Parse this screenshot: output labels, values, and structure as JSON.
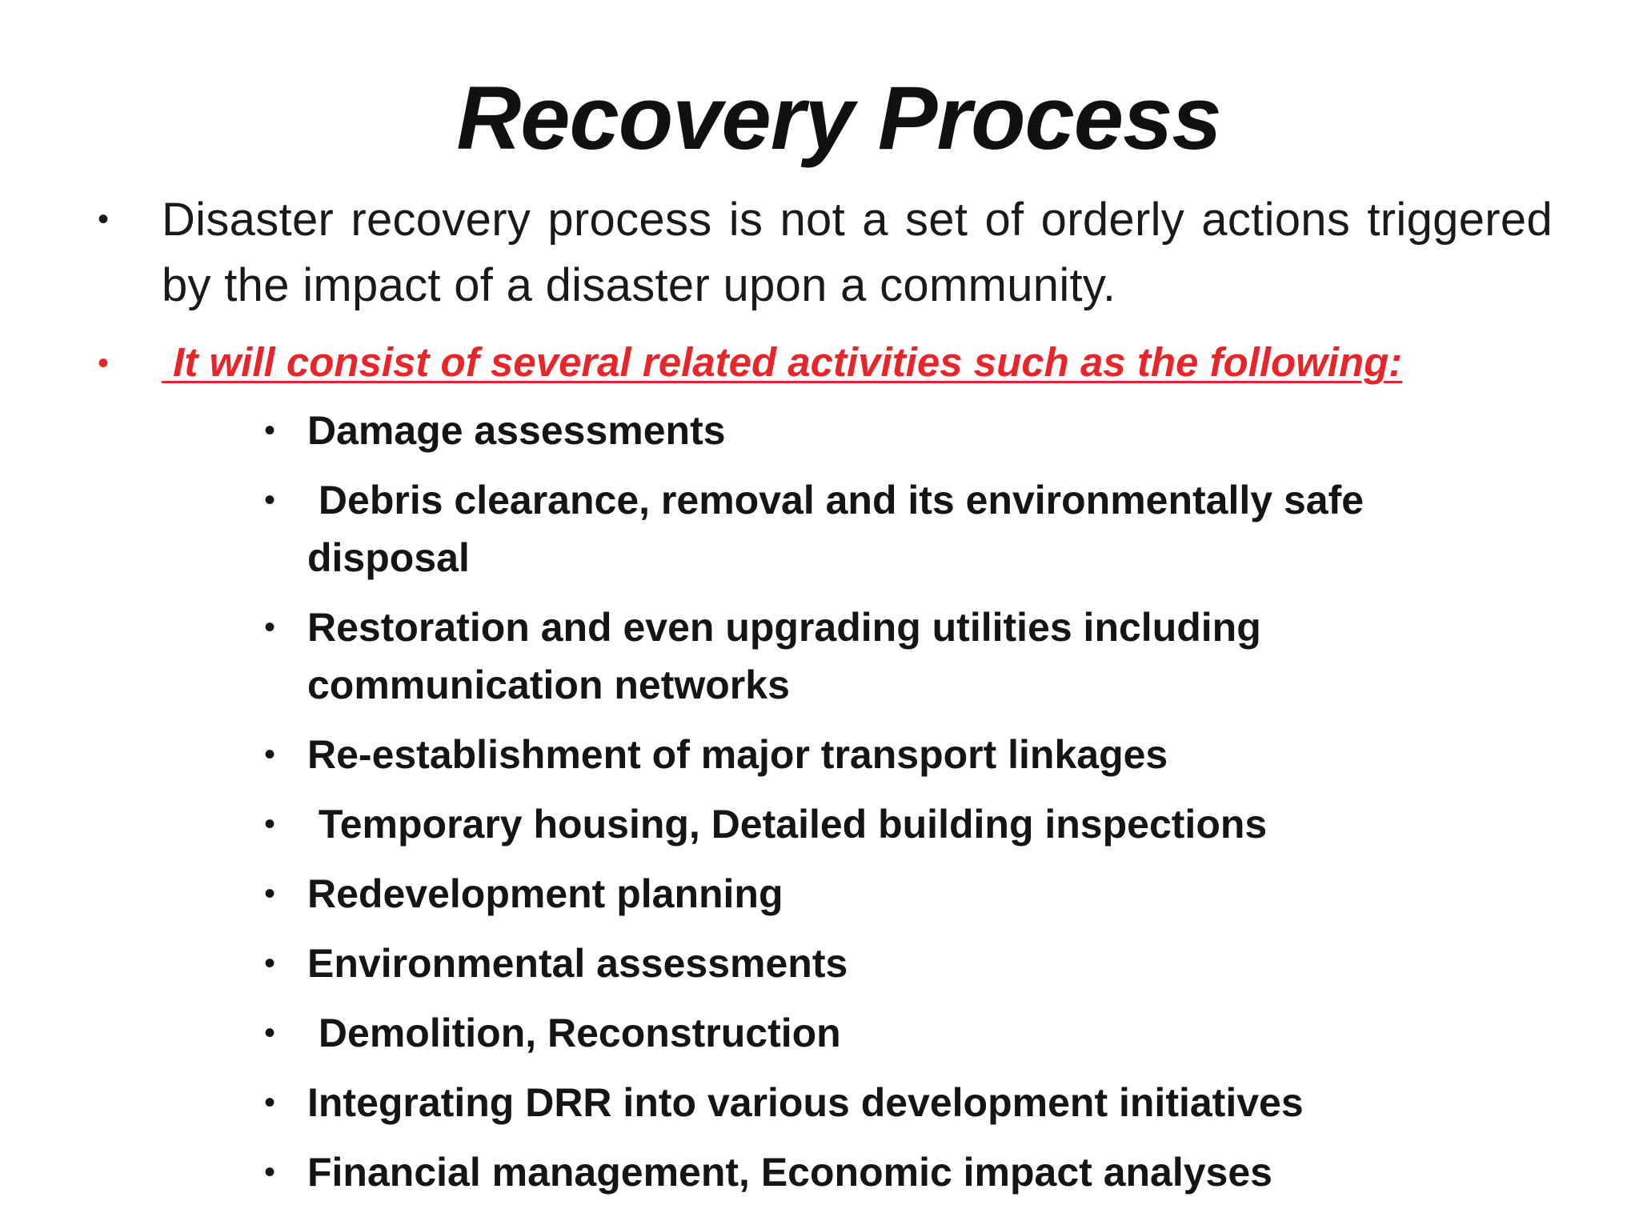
{
  "slide": {
    "title": "Recovery Process",
    "bullet_char": "•",
    "intro_text": "Disaster recovery process is not a set of orderly actions triggered by the impact of a disaster upon a community.",
    "highlight_text": " It will consist of several related activities such as the following:",
    "highlight_color": "#e8262a",
    "activities": [
      "Damage assessments",
      " Debris clearance, removal and its environmentally safe disposal",
      "Restoration and even upgrading utilities including communication networks",
      "Re-establishment of major transport linkages",
      " Temporary housing, Detailed building inspections",
      "Redevelopment planning",
      "Environmental assessments",
      " Demolition, Reconstruction",
      "Integrating DRR into various development initiatives",
      "Financial management, Economic impact analyses"
    ]
  }
}
